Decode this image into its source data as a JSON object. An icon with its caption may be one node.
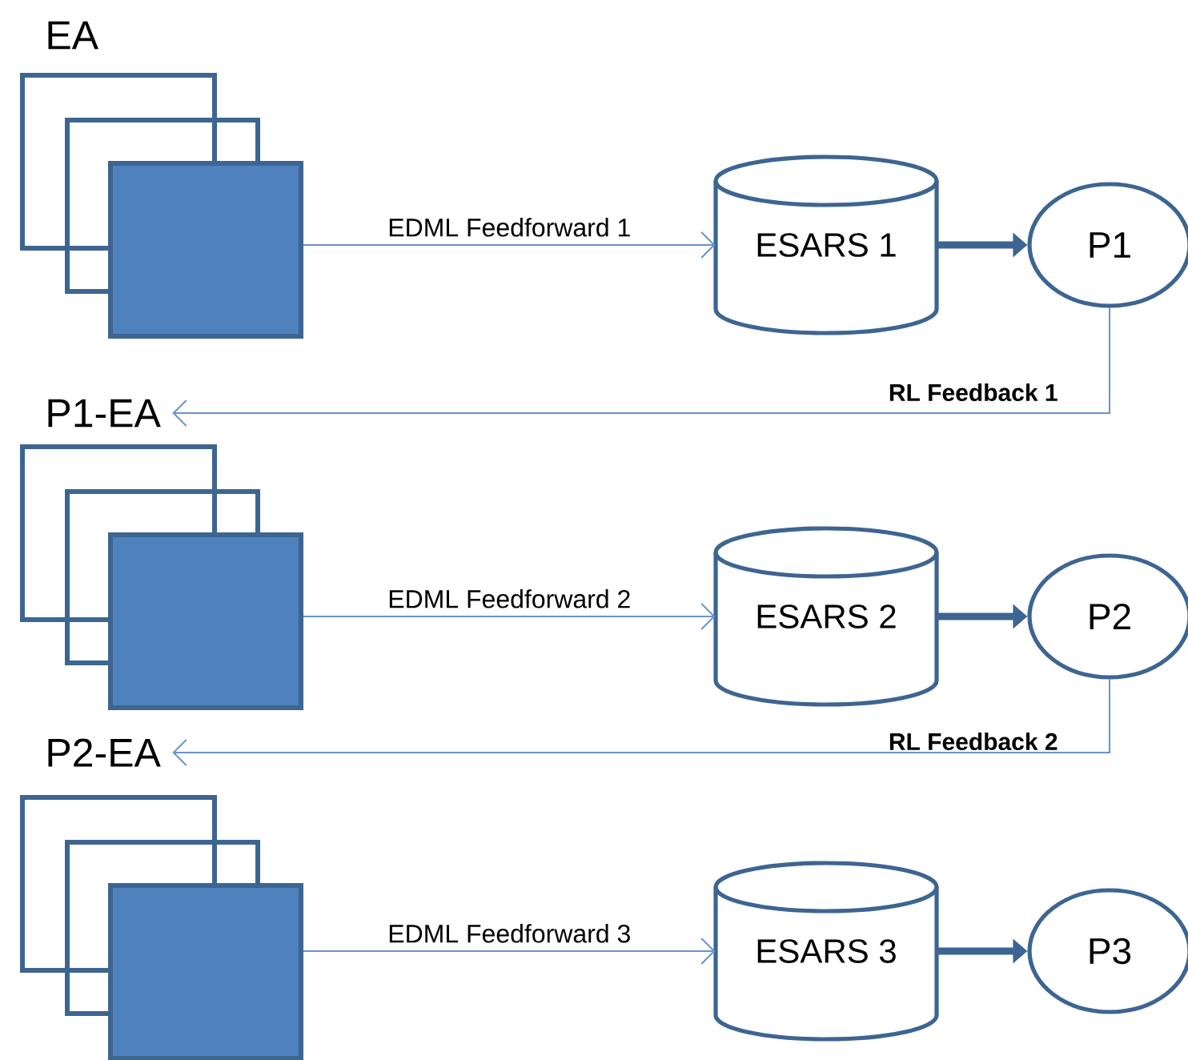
{
  "diagram": {
    "nodes": [
      {
        "text": [
          "EA"
        ]
      },
      {
        "text": [
          "ESARS 1"
        ]
      },
      {
        "text": [
          "P1"
        ]
      },
      {
        "text": [
          "P1-EA"
        ]
      },
      {
        "text": [
          "ESARS 2"
        ]
      },
      {
        "text": [
          "P2"
        ]
      },
      {
        "text": [
          "P2-EA"
        ]
      },
      {
        "text": [
          "ESARS 3"
        ]
      },
      {
        "text": [
          "P3"
        ]
      }
    ],
    "edges": [
      {
        "from": 0,
        "to": 1,
        "arrow": "to",
        "label": "EDML Feedforward 1"
      },
      {
        "from": 1,
        "to": 2,
        "arrow": "to",
        "style": "thick",
        "color": "#3d6592"
      },
      {
        "from": 2,
        "to": 3,
        "arrow": "to",
        "label": "RL Feedback 1"
      },
      {
        "from": 3,
        "to": 4,
        "arrow": "to",
        "label": "EDML Feedforward 2"
      },
      {
        "from": 4,
        "to": 5,
        "arrow": "to",
        "style": "thick",
        "color": "#3d6592"
      },
      {
        "from": 5,
        "to": 6,
        "arrow": "to",
        "label": "RL Feedback 2"
      },
      {
        "from": 6,
        "to": 7,
        "arrow": "to",
        "label": "EDML Feedforward 3"
      },
      {
        "from": 7,
        "to": 8,
        "arrow": "to",
        "style": "thick",
        "color": "#3d6592"
      }
    ]
  }
}
